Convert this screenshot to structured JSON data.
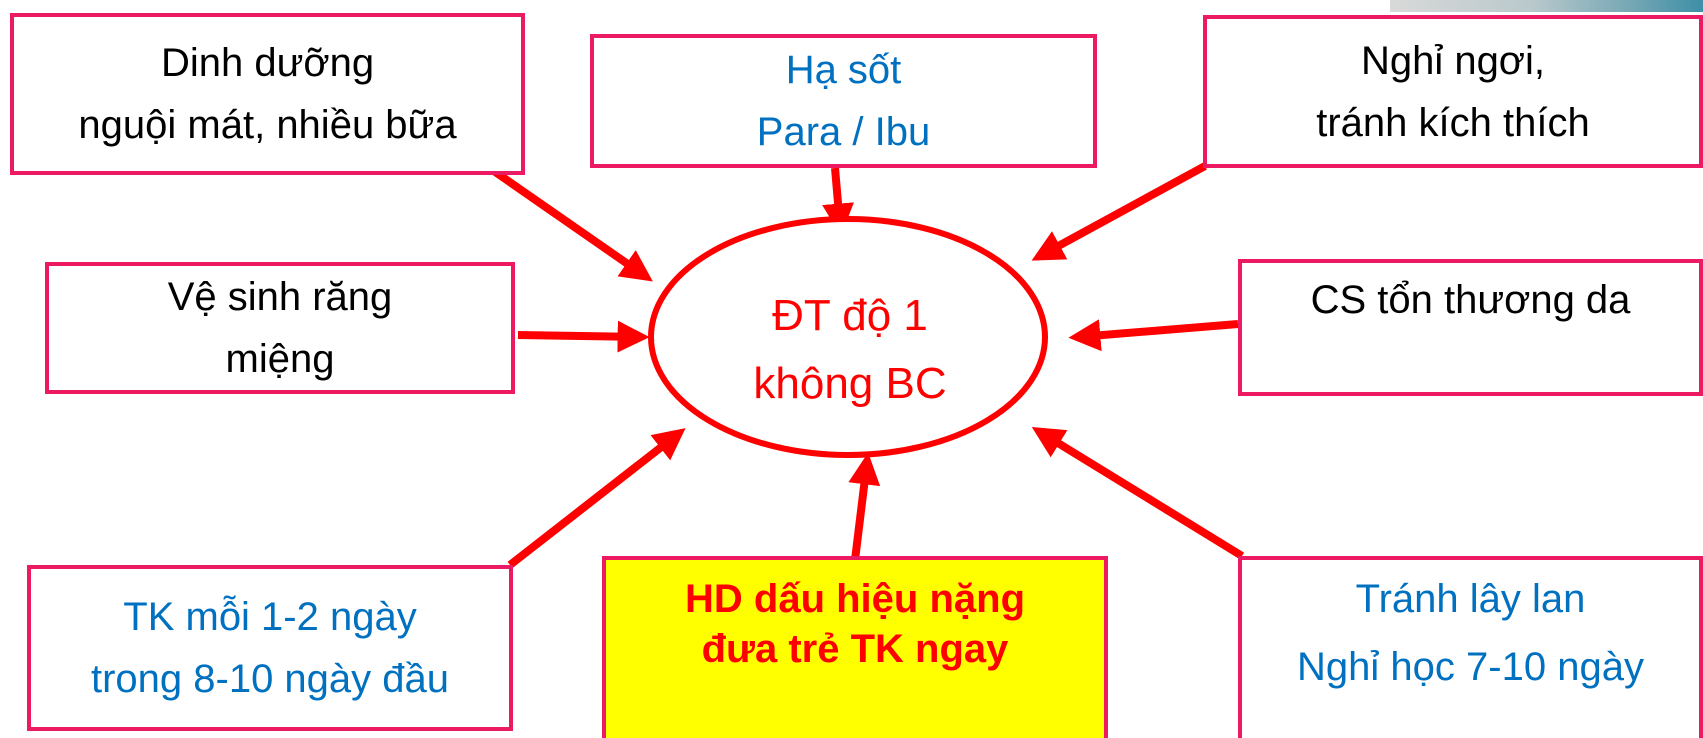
{
  "colors": {
    "box_border": "#ec1a63",
    "arrow": "#ff0000",
    "text_black": "#000000",
    "text_blue": "#0070c0",
    "text_red": "#ff0000",
    "highlight": "#ffff00"
  },
  "center": {
    "line1": "ĐT độ 1",
    "line2": "không BC"
  },
  "boxes": {
    "nutrition": {
      "line1": "Dinh dưỡng",
      "line2": "nguội mát, nhiều bữa"
    },
    "fever": {
      "line1": "Hạ sốt",
      "line2": "Para / Ibu"
    },
    "rest": {
      "line1": "Nghỉ ngơi,",
      "line2": "tránh kích thích"
    },
    "oral": {
      "line1": "Vệ sinh răng",
      "line2": "miệng"
    },
    "skin": {
      "line1": "CS tổn thương da"
    },
    "followup": {
      "line1": "TK mỗi 1-2 ngày",
      "line2": "trong 8-10 ngày đầu"
    },
    "warning": {
      "line1": "HD dấu hiệu nặng",
      "line2": "đưa trẻ TK ngay"
    },
    "contagion": {
      "line1": "Tránh lây lan",
      "line2": "Nghỉ học  7-10 ngày"
    }
  }
}
